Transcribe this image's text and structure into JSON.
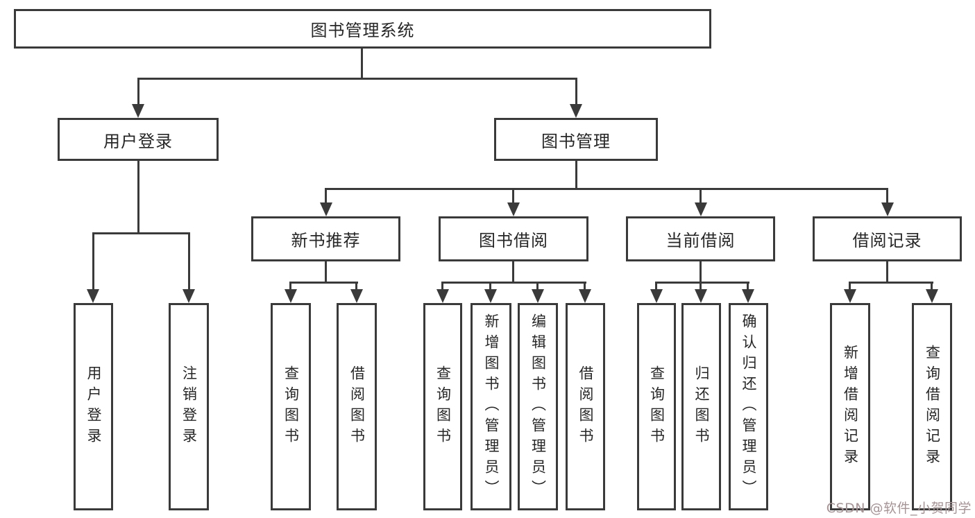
{
  "root": {
    "label": "图书管理系统"
  },
  "level2": {
    "user_login": {
      "label": "用户登录"
    },
    "book_mgmt": {
      "label": "图书管理"
    }
  },
  "level3": {
    "new_book": {
      "label": "新书推荐"
    },
    "borrow": {
      "label": "图书借阅"
    },
    "current": {
      "label": "当前借阅"
    },
    "record": {
      "label": "借阅记录"
    }
  },
  "leaves": {
    "user_login": {
      "label": "用户登录"
    },
    "logout": {
      "label": "注销登录"
    },
    "nb_query": {
      "label": "查询图书"
    },
    "nb_borrow": {
      "label": "借阅图书"
    },
    "bb_query": {
      "label": "查询图书"
    },
    "bb_add": {
      "label": "新增图书（管理员）"
    },
    "bb_edit": {
      "label": "编辑图书（管理员）"
    },
    "bb_borrow": {
      "label": "借阅图书"
    },
    "cb_query": {
      "label": "查询图书"
    },
    "cb_return": {
      "label": "归还图书"
    },
    "cb_confirm": {
      "label": "确认归还（管理员）"
    },
    "br_add": {
      "label": "新增借阅记录"
    },
    "br_query": {
      "label": "查询借阅记录"
    }
  },
  "watermark": {
    "text": "CSDN @软件_小贺同学"
  },
  "colors": {
    "line": "#3a3a3a",
    "text": "#262626",
    "background": "#ffffff",
    "watermark": "#a89395"
  }
}
